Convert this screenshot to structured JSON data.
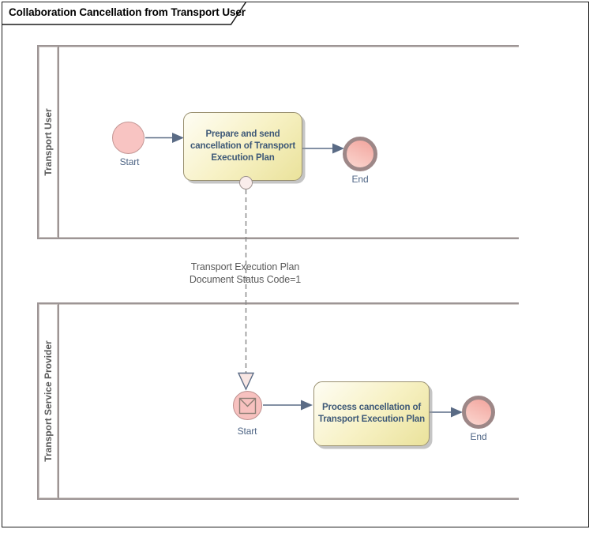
{
  "frame": {
    "title": "Collaboration Cancellation from Transport User"
  },
  "pools": [
    {
      "name": "Transport User"
    },
    {
      "name": "Transport Service Provider"
    }
  ],
  "lanes": {
    "top": {
      "start": "Start",
      "task": "Prepare and send cancellation of Transport Execution Plan",
      "end": "End"
    },
    "bottom": {
      "start": "Start",
      "task": "Process cancellation of Transport Execution Plan",
      "end": "End"
    }
  },
  "message": {
    "line1": "Transport Execution Plan",
    "line2": "Document Status Code=1"
  },
  "icons": {
    "message_start_icon": "envelope-icon"
  },
  "colors": {
    "sequence_flow": "#5a6b85",
    "message_flow": "#858585",
    "task_fill_top": "#fefdf4",
    "task_fill_bottom": "#eae29b",
    "task_border": "#99906f",
    "task_text": "#3d5877",
    "start_event_fill": "#f8c4c2",
    "start_event_border": "#c49694",
    "end_event_ring": "#9d8787",
    "pool_border": "#9d9595",
    "pool_text": "#595959",
    "event_label_text": "#4e6585",
    "message_text": "#595959",
    "frame_border": "#1c1c1c",
    "message_arrowhead_fill": "#f8e6e3"
  }
}
